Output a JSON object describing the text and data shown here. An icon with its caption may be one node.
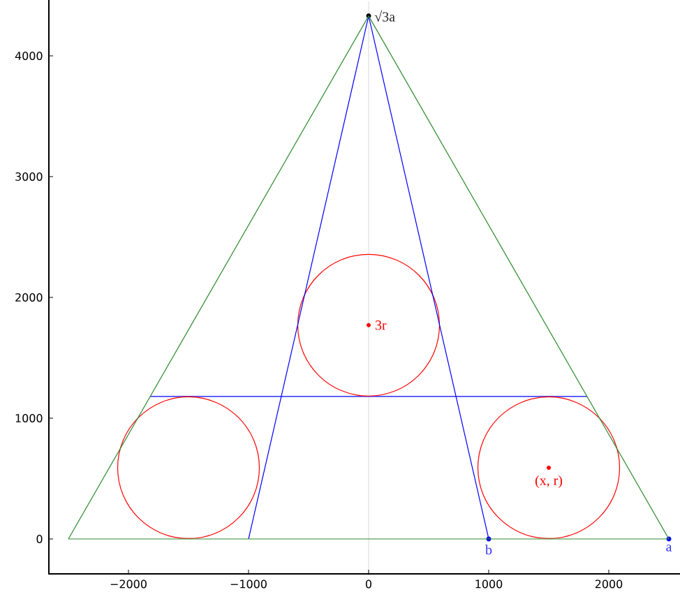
{
  "diagram": {
    "nodes": [
      {
        "text": [
          "√3a"
        ]
      },
      {
        "text": [
          "3r"
        ]
      },
      {
        "text": [],
        "shape": "circle"
      },
      {
        "text": [
          "(x, r)"
        ]
      },
      {
        "text": [
          "b"
        ]
      },
      {
        "text": [
          "a"
        ]
      }
    ],
    "edges": [
      {
        "from": 0,
        "to": 4,
        "arrow": "none",
        "color": "#0000ff"
      },
      {
        "from": 0,
        "to": null,
        "arrow": "none",
        "color": "#0000ff"
      },
      {
        "from": 0,
        "to": 5,
        "arrow": "none",
        "color": "#2e8b2e"
      },
      {
        "from": 0,
        "to": null,
        "arrow": "none",
        "color": "#2e8b2e"
      },
      {
        "from": null,
        "to": 5,
        "arrow": "none",
        "color": "#2e8b2e"
      }
    ],
    "labels": [
      "4000",
      "3000",
      "2000",
      "1000",
      "0",
      "−2000",
      "−1000",
      "0",
      "1000",
      "2000"
    ]
  }
}
